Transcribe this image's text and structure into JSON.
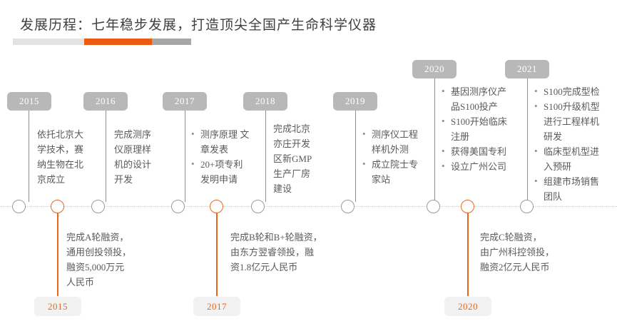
{
  "header": {
    "title": "发展历程：七年稳步发展，打造顶尖全国产生命科学仪器",
    "bar_colors": {
      "left": "#e2e2e2",
      "middle": "#ec5b12",
      "right": "#a6a6a6"
    }
  },
  "theme": {
    "accent": "#e8651f",
    "badge_gray": "#b8b8b8",
    "badge_light": "#f2f2f2",
    "text": "#5a5a5a",
    "axis": "#cccccc"
  },
  "milestones": [
    {
      "year": "2015",
      "type": "plain",
      "text": "依托北京大\n学技术，赛\n纳生物在北\n京成立"
    },
    {
      "year": "2016",
      "type": "plain",
      "text": "完成测序\n仪原理样\n机的设计\n开发"
    },
    {
      "year": "2017",
      "type": "bullets",
      "items": [
        "测序原理\n文章发表",
        "20+项专利\n发明申请"
      ]
    },
    {
      "year": "2018",
      "type": "plain",
      "text": "完成北京\n亦庄开发\n区新GMP\n生产厂房\n建设"
    },
    {
      "year": "2019",
      "type": "bullets",
      "items": [
        "测序仪工程\n样机外测",
        "成立院士专\n家站"
      ]
    },
    {
      "year": "2020",
      "type": "bullets",
      "items": [
        "基因测序仪产\n品S100投产",
        "S100开始临床\n注册",
        "获得美国专利",
        "设立广州公司"
      ]
    },
    {
      "year": "2021",
      "type": "bullets",
      "items": [
        "S100完成型检",
        "S100升级机型\n进行工程样机\n研发",
        "临床型机型进\n入预研",
        "组建市场销售\n团队"
      ]
    }
  ],
  "fundings": [
    {
      "year": "2015",
      "text": "完成A轮融资，\n通用创投领投，\n融资5,000万元\n人民币"
    },
    {
      "year": "2017",
      "text": "完成B轮和B+轮融资，\n由东方翌睿领投，融\n资1.8亿元人民币"
    },
    {
      "year": "2020",
      "text": "完成C轮融资，\n由广州科控领投，\n融资2亿元人民币"
    }
  ],
  "nodes": {
    "gray_label": "timeline-node",
    "orange_label": "funding-node"
  }
}
